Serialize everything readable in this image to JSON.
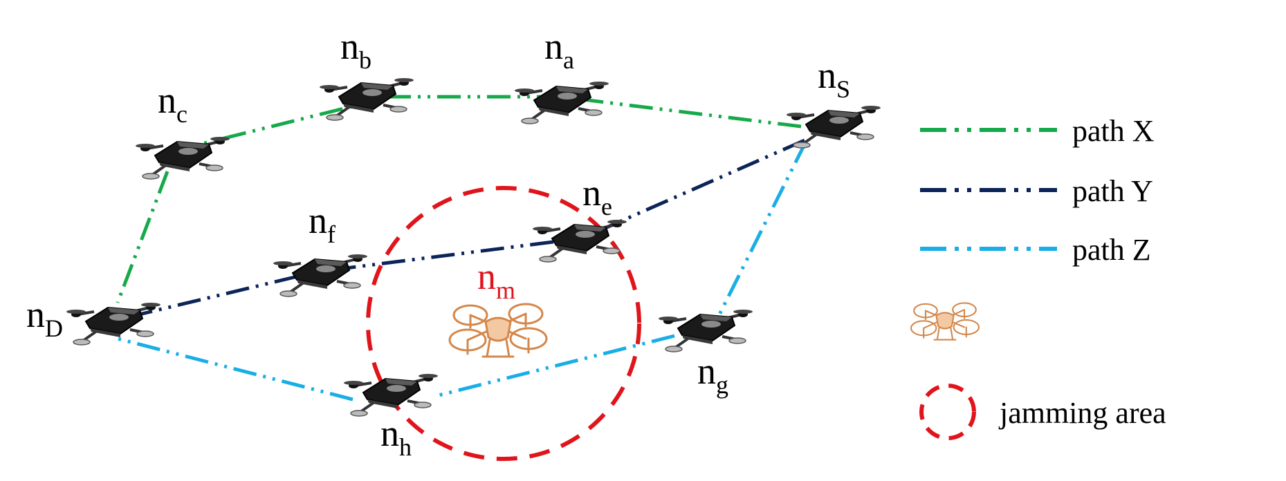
{
  "colors": {
    "path_x": "#16a94a",
    "path_y": "#0c2459",
    "path_z": "#19aee6",
    "jamming": "#e0141b",
    "jammer_drone": "#d4874a",
    "drone_body": "#1a1a1a",
    "text": "#000000"
  },
  "nodes": [
    {
      "id": "b",
      "label": "n",
      "sub": "b"
    },
    {
      "id": "a",
      "label": "n",
      "sub": "a"
    },
    {
      "id": "c",
      "label": "n",
      "sub": "c"
    },
    {
      "id": "s",
      "label": "n",
      "sub": "S"
    },
    {
      "id": "e",
      "label": "n",
      "sub": "e"
    },
    {
      "id": "f",
      "label": "n",
      "sub": "f"
    },
    {
      "id": "m",
      "label": "n",
      "sub": "m"
    },
    {
      "id": "d",
      "label": "n",
      "sub": "D"
    },
    {
      "id": "g",
      "label": "n",
      "sub": "g"
    },
    {
      "id": "h",
      "label": "n",
      "sub": "h"
    }
  ],
  "legend": {
    "path_x": "path X",
    "path_y": "path Y",
    "path_z": "path Z",
    "jamming_area": "jamming area"
  },
  "icons": {
    "relay_drone": "foldable-quadcopter-icon",
    "jammer_drone": "quadcopter-outline-icon"
  }
}
